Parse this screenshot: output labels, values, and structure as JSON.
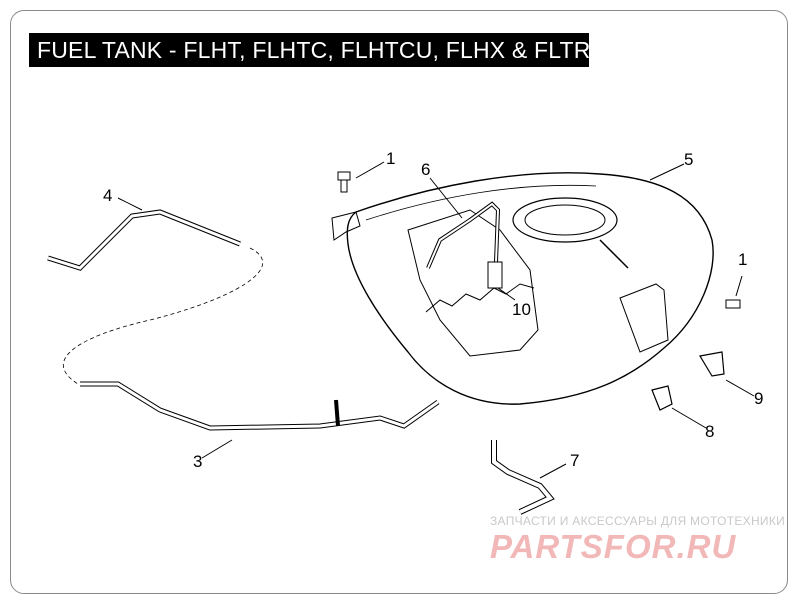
{
  "title": "FUEL TANK - FLHT, FLHTC, FLHTCU, FLHX & FLTR",
  "callouts": [
    {
      "id": "1a",
      "label": "1"
    },
    {
      "id": "6",
      "label": "6"
    },
    {
      "id": "5",
      "label": "5"
    },
    {
      "id": "4",
      "label": "4"
    },
    {
      "id": "1b",
      "label": "1"
    },
    {
      "id": "10",
      "label": "10"
    },
    {
      "id": "9",
      "label": "9"
    },
    {
      "id": "8",
      "label": "8"
    },
    {
      "id": "3",
      "label": "3"
    },
    {
      "id": "7",
      "label": "7"
    }
  ],
  "watermark": {
    "tagline": "ЗАПЧАСТИ И АКСЕССУАРЫ ДЛЯ МОТОТЕХНИКИ",
    "logo": "PARTSFOR.RU"
  }
}
